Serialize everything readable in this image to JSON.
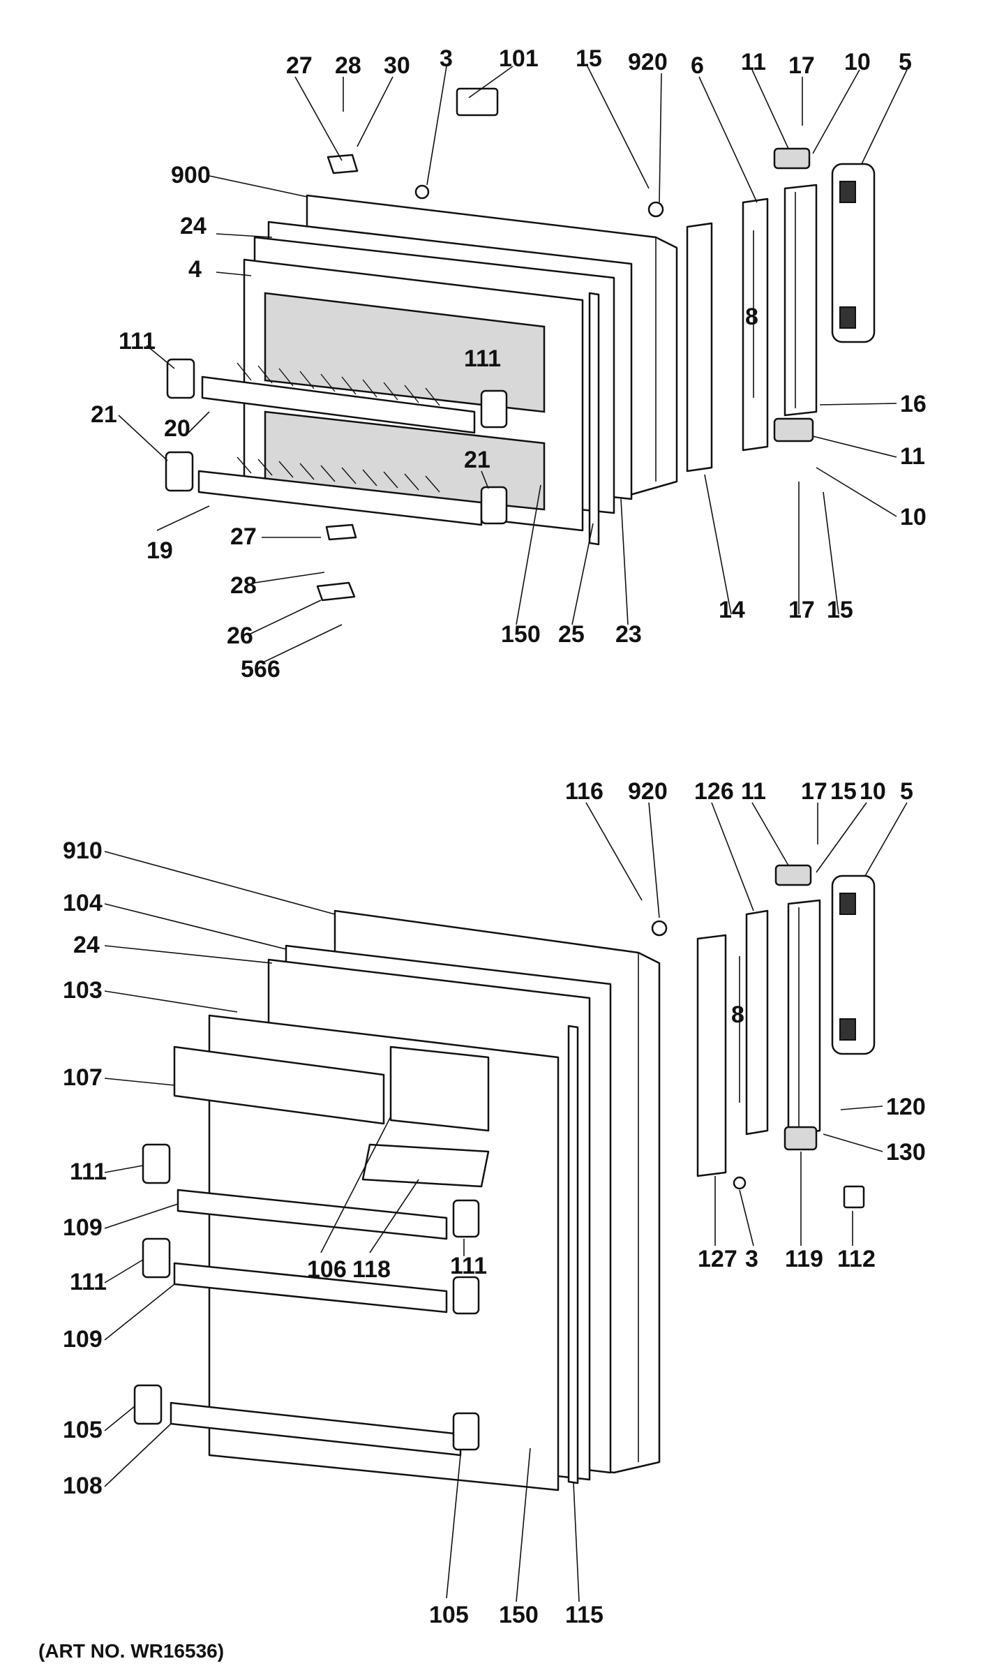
{
  "caption": "(ART NO. WR16536)",
  "callouts": {
    "top": [
      "27",
      "28",
      "30",
      "3",
      "101",
      "15",
      "920",
      "6",
      "11",
      "17",
      "10",
      "5",
      "900",
      "24",
      "4",
      "111",
      "111",
      "21",
      "20",
      "21",
      "19",
      "8",
      "16",
      "11",
      "10",
      "27",
      "28",
      "26",
      "566",
      "150",
      "25",
      "23",
      "14",
      "17",
      "15"
    ],
    "bottom": [
      "116",
      "920",
      "126",
      "11",
      "17",
      "15",
      "10",
      "5",
      "910",
      "104",
      "24",
      "103",
      "107",
      "111",
      "109",
      "106",
      "118",
      "111",
      "111",
      "109",
      "105",
      "108",
      "105",
      "150",
      "115",
      "8",
      "120",
      "130",
      "127",
      "3",
      "119",
      "112"
    ]
  }
}
